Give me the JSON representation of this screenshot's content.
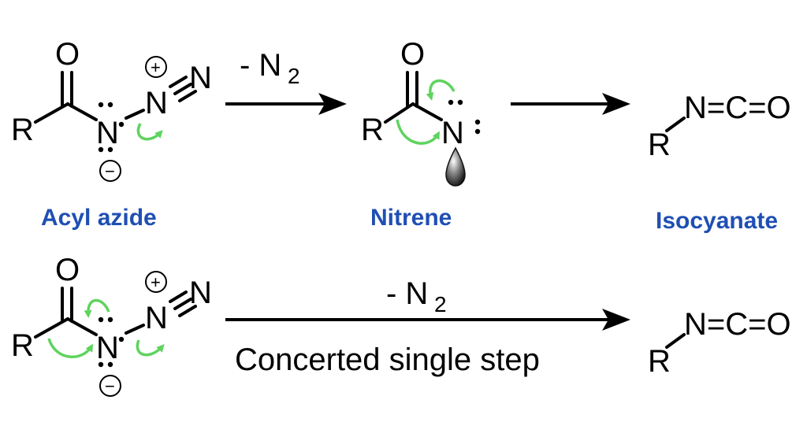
{
  "row1": {
    "reagent": {
      "atom_O": "O",
      "atom_R": "R",
      "atom_N1": "N",
      "atom_N2": "N",
      "atom_N3": "N",
      "charge_plus": "+",
      "charge_minus": "−",
      "label": "Acyl azide"
    },
    "arrow1_condition": "- N",
    "arrow1_condition_sub": "2",
    "intermediate": {
      "atom_O": "O",
      "atom_R": "R",
      "atom_N": "N",
      "label": "Nitrene"
    },
    "product": {
      "atom_R": "R",
      "formula": "N=C=O",
      "label": "Isocyanate"
    }
  },
  "row2": {
    "reagent": {
      "atom_O": "O",
      "atom_R": "R",
      "atom_N1": "N",
      "atom_N2": "N",
      "atom_N3": "N",
      "charge_plus": "+",
      "charge_minus": "−"
    },
    "arrow_condition": "- N",
    "arrow_condition_sub": "2",
    "arrow_caption": "Concerted single step",
    "product": {
      "atom_R": "R",
      "formula": "N=C=O"
    }
  },
  "colors": {
    "label_blue": "#1f4fb3",
    "curved_arrow_green": "#5fd35f",
    "ink": "#000000"
  }
}
